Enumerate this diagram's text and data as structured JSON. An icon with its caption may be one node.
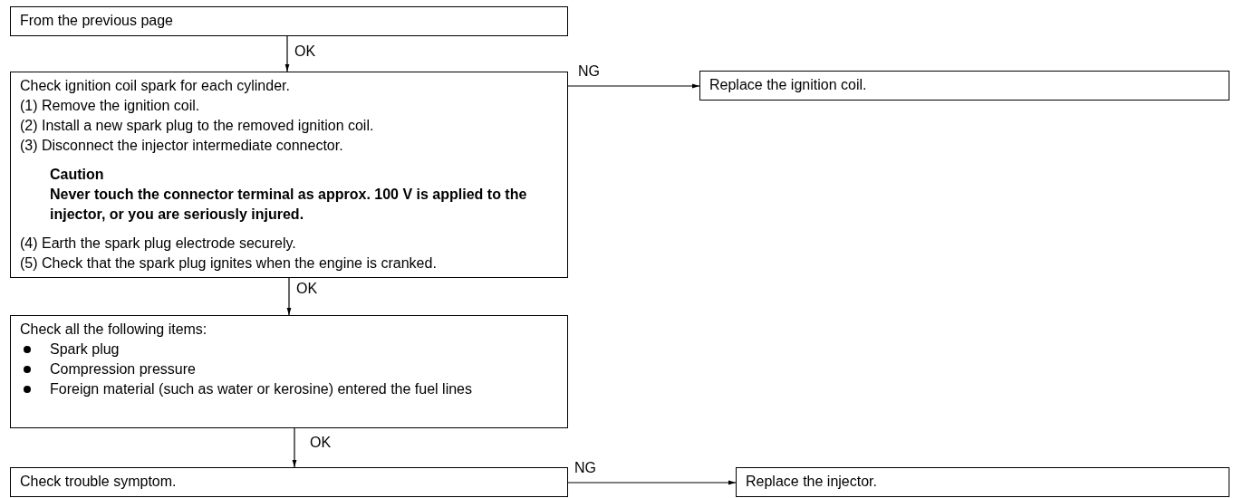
{
  "diagram": {
    "nodes": [
      {
        "text": [
          "From the previous page"
        ]
      },
      {
        "text": [
          "Check ignition coil spark for each cylinder.",
          "(1) Remove the ignition coil.",
          "(2) Install a new spark plug to the removed ignition coil.",
          "(3) Disconnect the injector intermediate connector.",
          "Caution",
          "Never touch the connector terminal as approx. 100 V is applied to the injector, or you are seriously injured.",
          "(4) Earth the spark plug electrode securely.",
          "(5) Check that the spark plug ignites when the engine is cranked."
        ]
      },
      {
        "text": [
          "Replace the ignition coil."
        ]
      },
      {
        "text": [
          "Check all the following items:",
          "Spark plug",
          "Compression pressure",
          "Foreign material (such as water or kerosine) entered the fuel lines"
        ]
      },
      {
        "text": [
          "Check trouble symptom."
        ]
      },
      {
        "text": [
          "Replace the injector."
        ]
      }
    ],
    "edges": [
      {
        "from": 0,
        "to": 1,
        "arrow": "to",
        "label": "OK"
      },
      {
        "from": 1,
        "to": 2,
        "arrow": "to",
        "label": "NG"
      },
      {
        "from": 1,
        "to": 3,
        "arrow": "to",
        "label": "OK"
      },
      {
        "from": 3,
        "to": 4,
        "arrow": "to",
        "label": "OK"
      },
      {
        "from": 4,
        "to": 5,
        "arrow": "to",
        "label": "NG"
      }
    ]
  }
}
